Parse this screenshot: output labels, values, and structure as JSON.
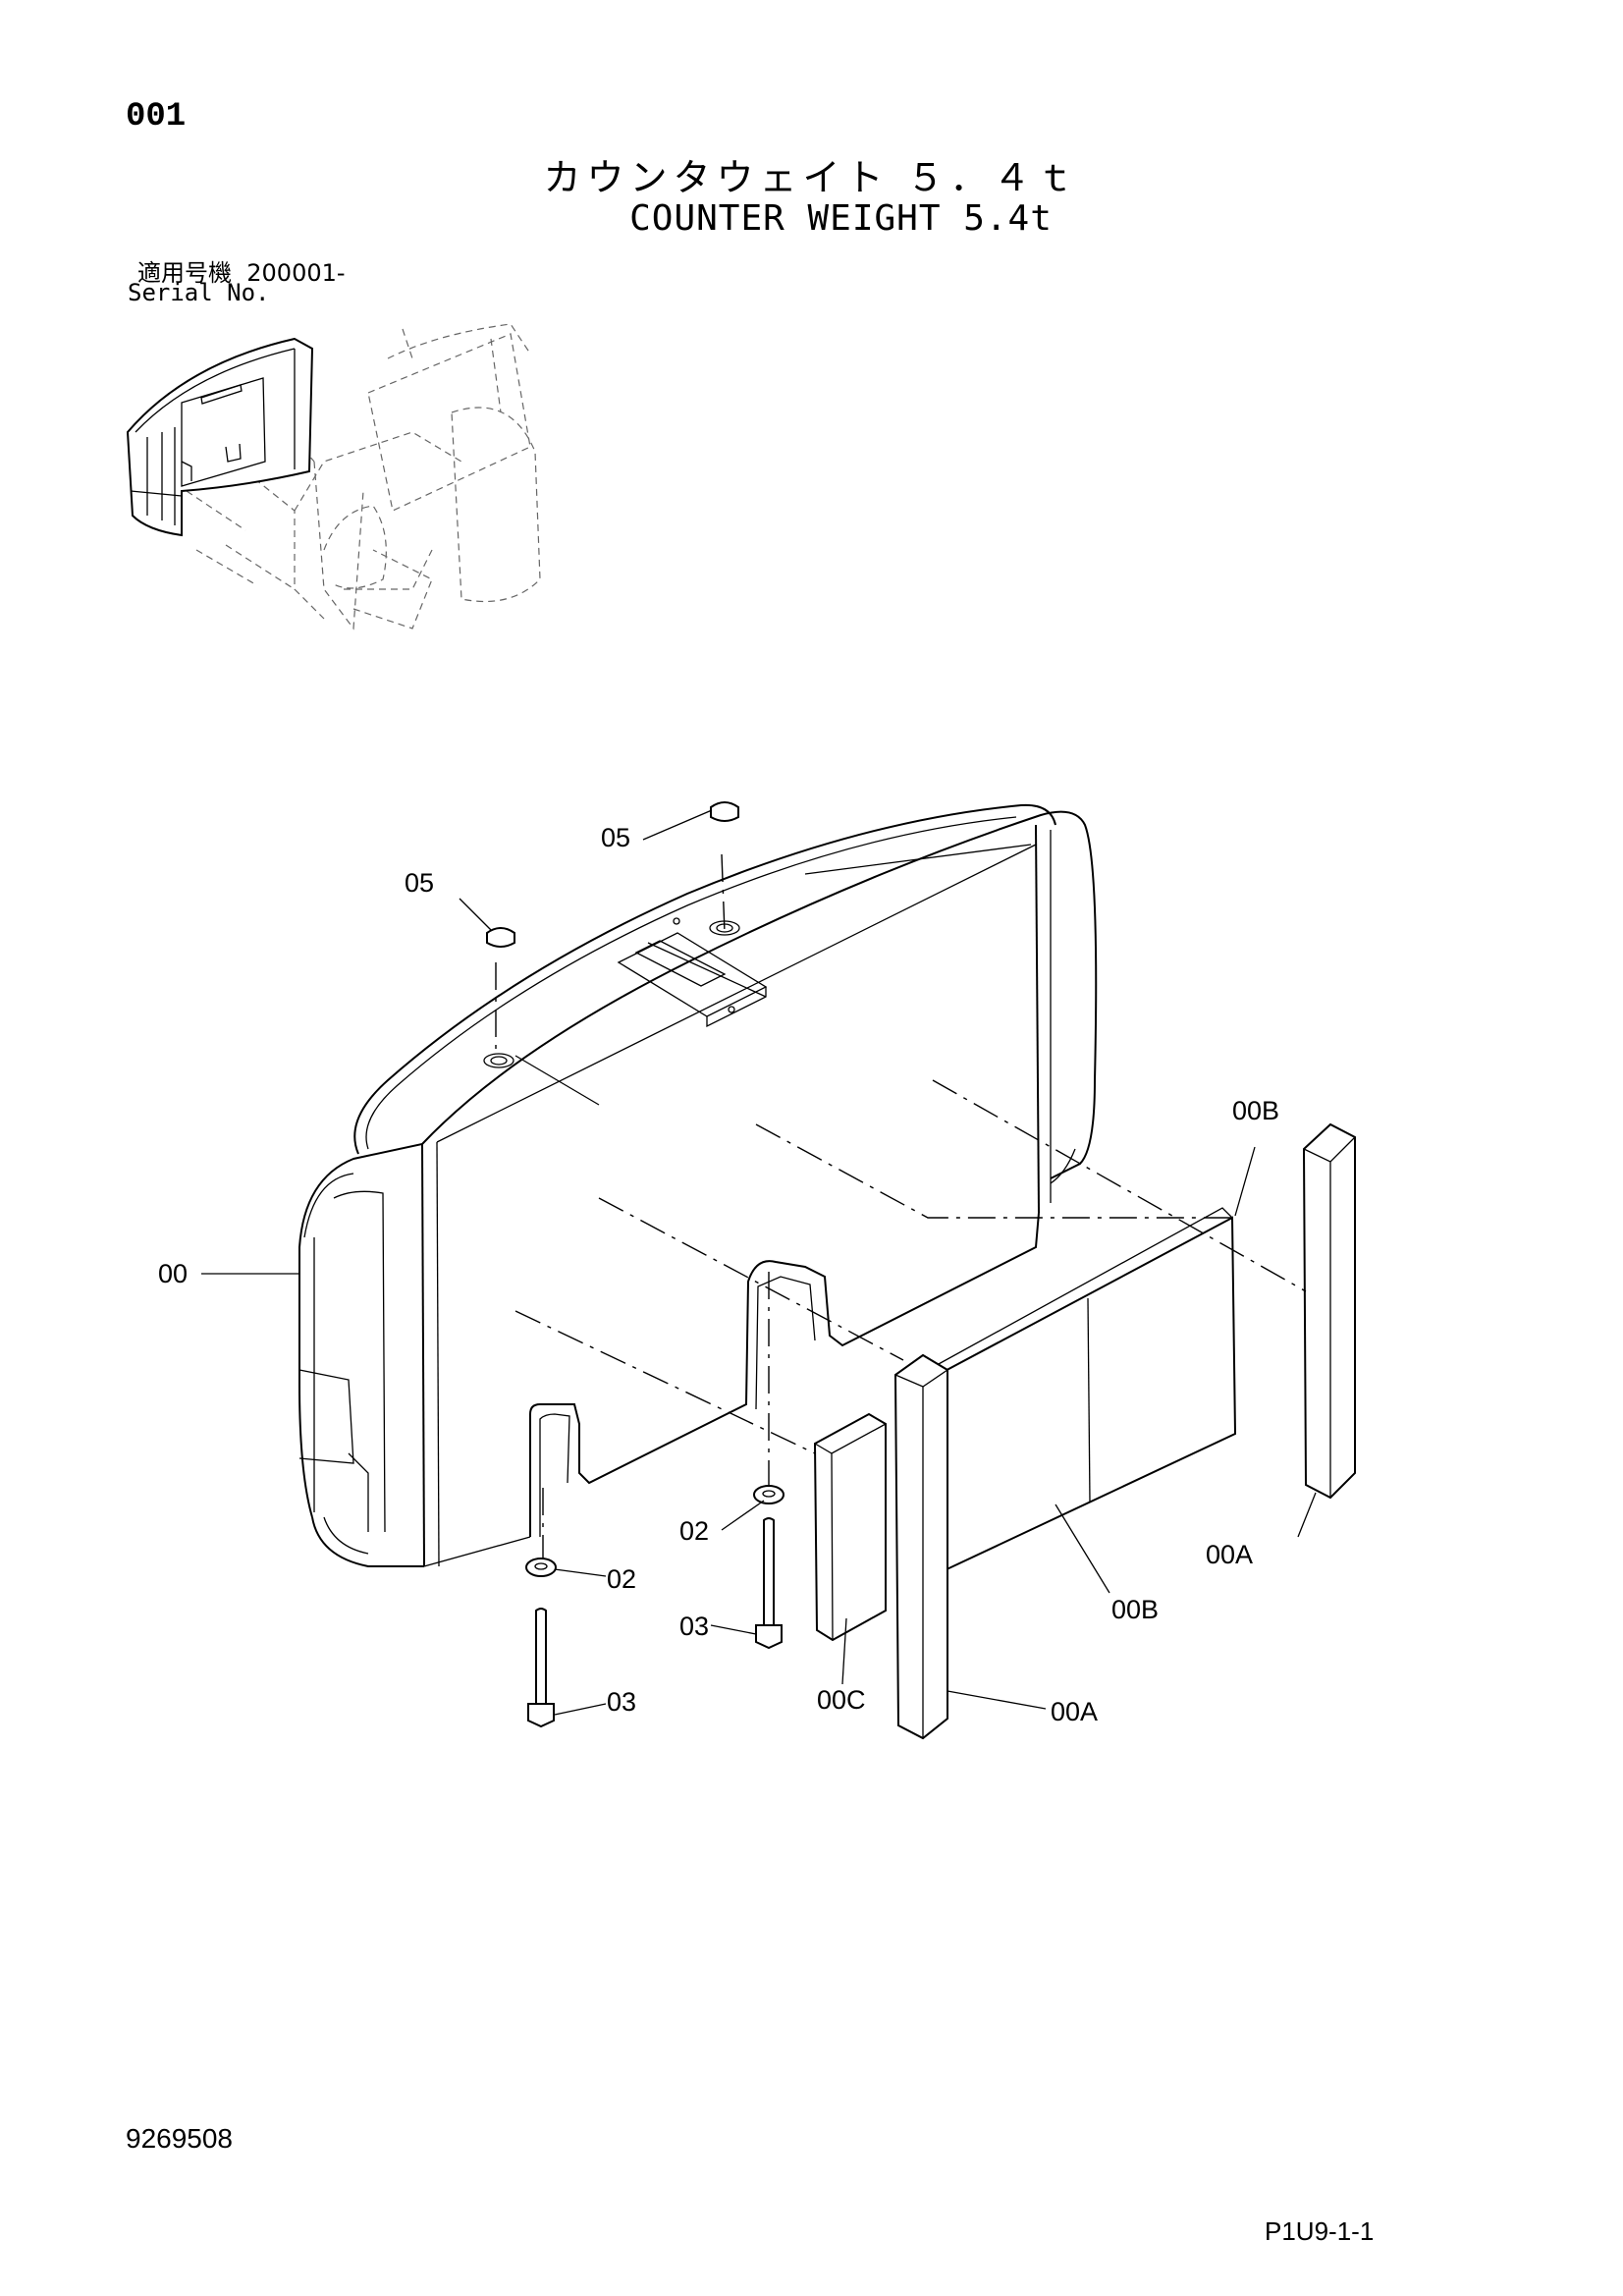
{
  "header": {
    "page_number": "001",
    "title_jp": "カウンタウェイト ５．４ｔ",
    "title_en": "COUNTER WEIGHT 5.4t",
    "serial_label_jp": "適用号機",
    "serial_value": "200001-",
    "serial_label_en": "Serial No."
  },
  "callouts": {
    "c00": "00",
    "c00A_1": "00A",
    "c00A_2": "00A",
    "c00B_1": "00B",
    "c00B_2": "00B",
    "c00C": "00C",
    "c02_1": "02",
    "c02_2": "02",
    "c03_1": "03",
    "c03_2": "03",
    "c05_1": "05",
    "c05_2": "05"
  },
  "footer": {
    "document_number": "9269508",
    "page_reference": "P1U9-1-1"
  }
}
